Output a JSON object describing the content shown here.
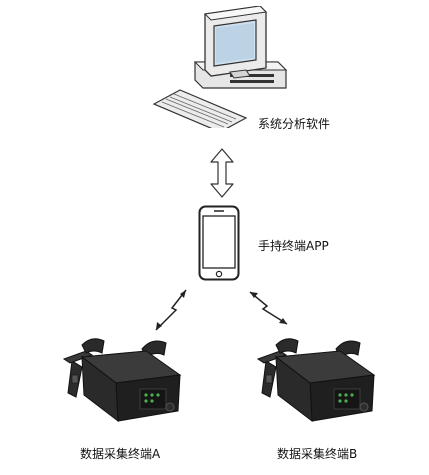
{
  "diagram": {
    "pc": {
      "label": "系统分析软件",
      "icon": "desktop-computer-icon"
    },
    "phone": {
      "label": "手持终端APP",
      "icon": "smartphone-icon"
    },
    "terminal_a": {
      "label": "数据采集终端A",
      "icon": "data-terminal-device-icon"
    },
    "terminal_b": {
      "label": "数据采集终端B",
      "icon": "data-terminal-device-icon"
    },
    "links": [
      {
        "from": "pc",
        "to": "phone",
        "type": "bidirectional-wired"
      },
      {
        "from": "phone",
        "to": "terminal_a",
        "type": "wireless"
      },
      {
        "from": "phone",
        "to": "terminal_b",
        "type": "wireless"
      }
    ]
  }
}
